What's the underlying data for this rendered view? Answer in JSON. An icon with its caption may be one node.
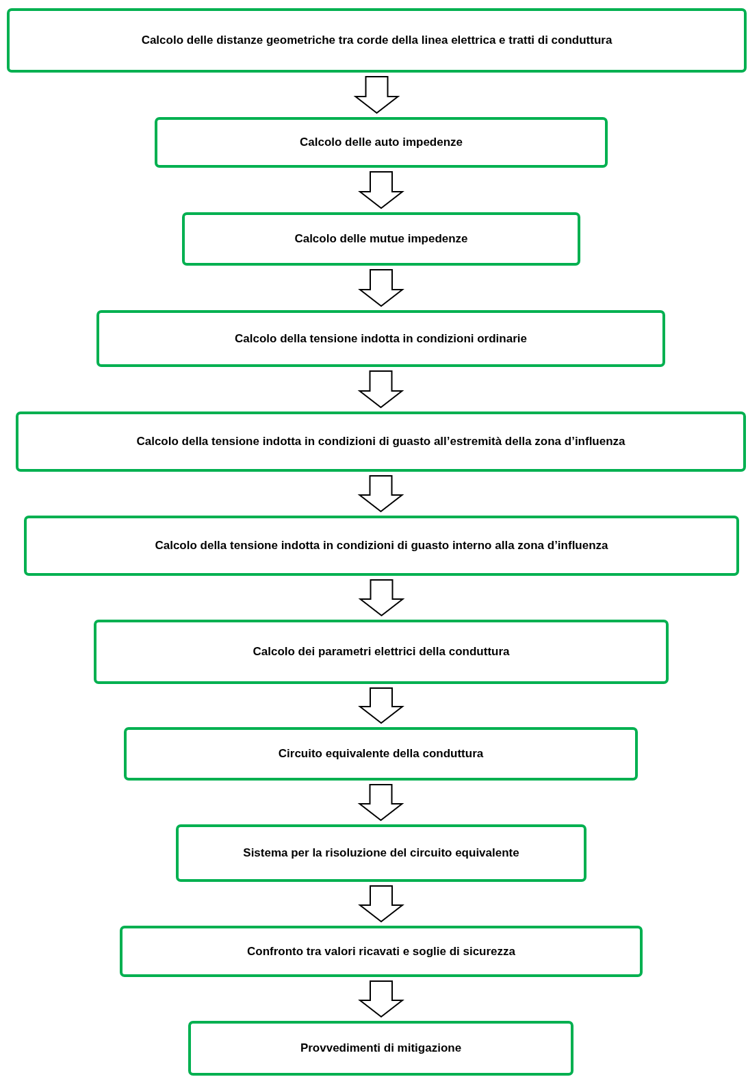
{
  "diagram": {
    "nodes": [
      {
        "text": [
          "Calcolo delle distanze geometriche tra corde della linea elettrica e tratti di conduttura"
        ]
      },
      {
        "text": [
          "Calcolo delle auto impedenze"
        ]
      },
      {
        "text": [
          "Calcolo delle mutue impedenze"
        ]
      },
      {
        "text": [
          "Calcolo della tensione indotta in condizioni ordinarie"
        ]
      },
      {
        "text": [
          "Calcolo della tensione indotta in condizioni di guasto all’estremità della zona d’influenza"
        ]
      },
      {
        "text": [
          "Calcolo della tensione indotta in condizioni di guasto interno alla zona d’influenza"
        ]
      },
      {
        "text": [
          "Calcolo dei parametri elettrici della conduttura"
        ]
      },
      {
        "text": [
          "Circuito equivalente della conduttura"
        ]
      },
      {
        "text": [
          "Sistema per la risoluzione del circuito equivalente"
        ]
      },
      {
        "text": [
          "Confronto tra valori ricavati e soglie di sicurezza"
        ]
      },
      {
        "text": [
          "Provvedimenti di mitigazione"
        ]
      }
    ],
    "edges": [
      {
        "from": 0,
        "to": 1,
        "arrow": "to"
      },
      {
        "from": 1,
        "to": 2,
        "arrow": "to"
      },
      {
        "from": 2,
        "to": 3,
        "arrow": "to"
      },
      {
        "from": 3,
        "to": 4,
        "arrow": "to"
      },
      {
        "from": 4,
        "to": 5,
        "arrow": "to"
      },
      {
        "from": 5,
        "to": 6,
        "arrow": "to"
      },
      {
        "from": 6,
        "to": 7,
        "arrow": "to"
      },
      {
        "from": 7,
        "to": 8,
        "arrow": "to"
      },
      {
        "from": 8,
        "to": 9,
        "arrow": "to"
      },
      {
        "from": 9,
        "to": 10,
        "arrow": "to"
      }
    ]
  }
}
